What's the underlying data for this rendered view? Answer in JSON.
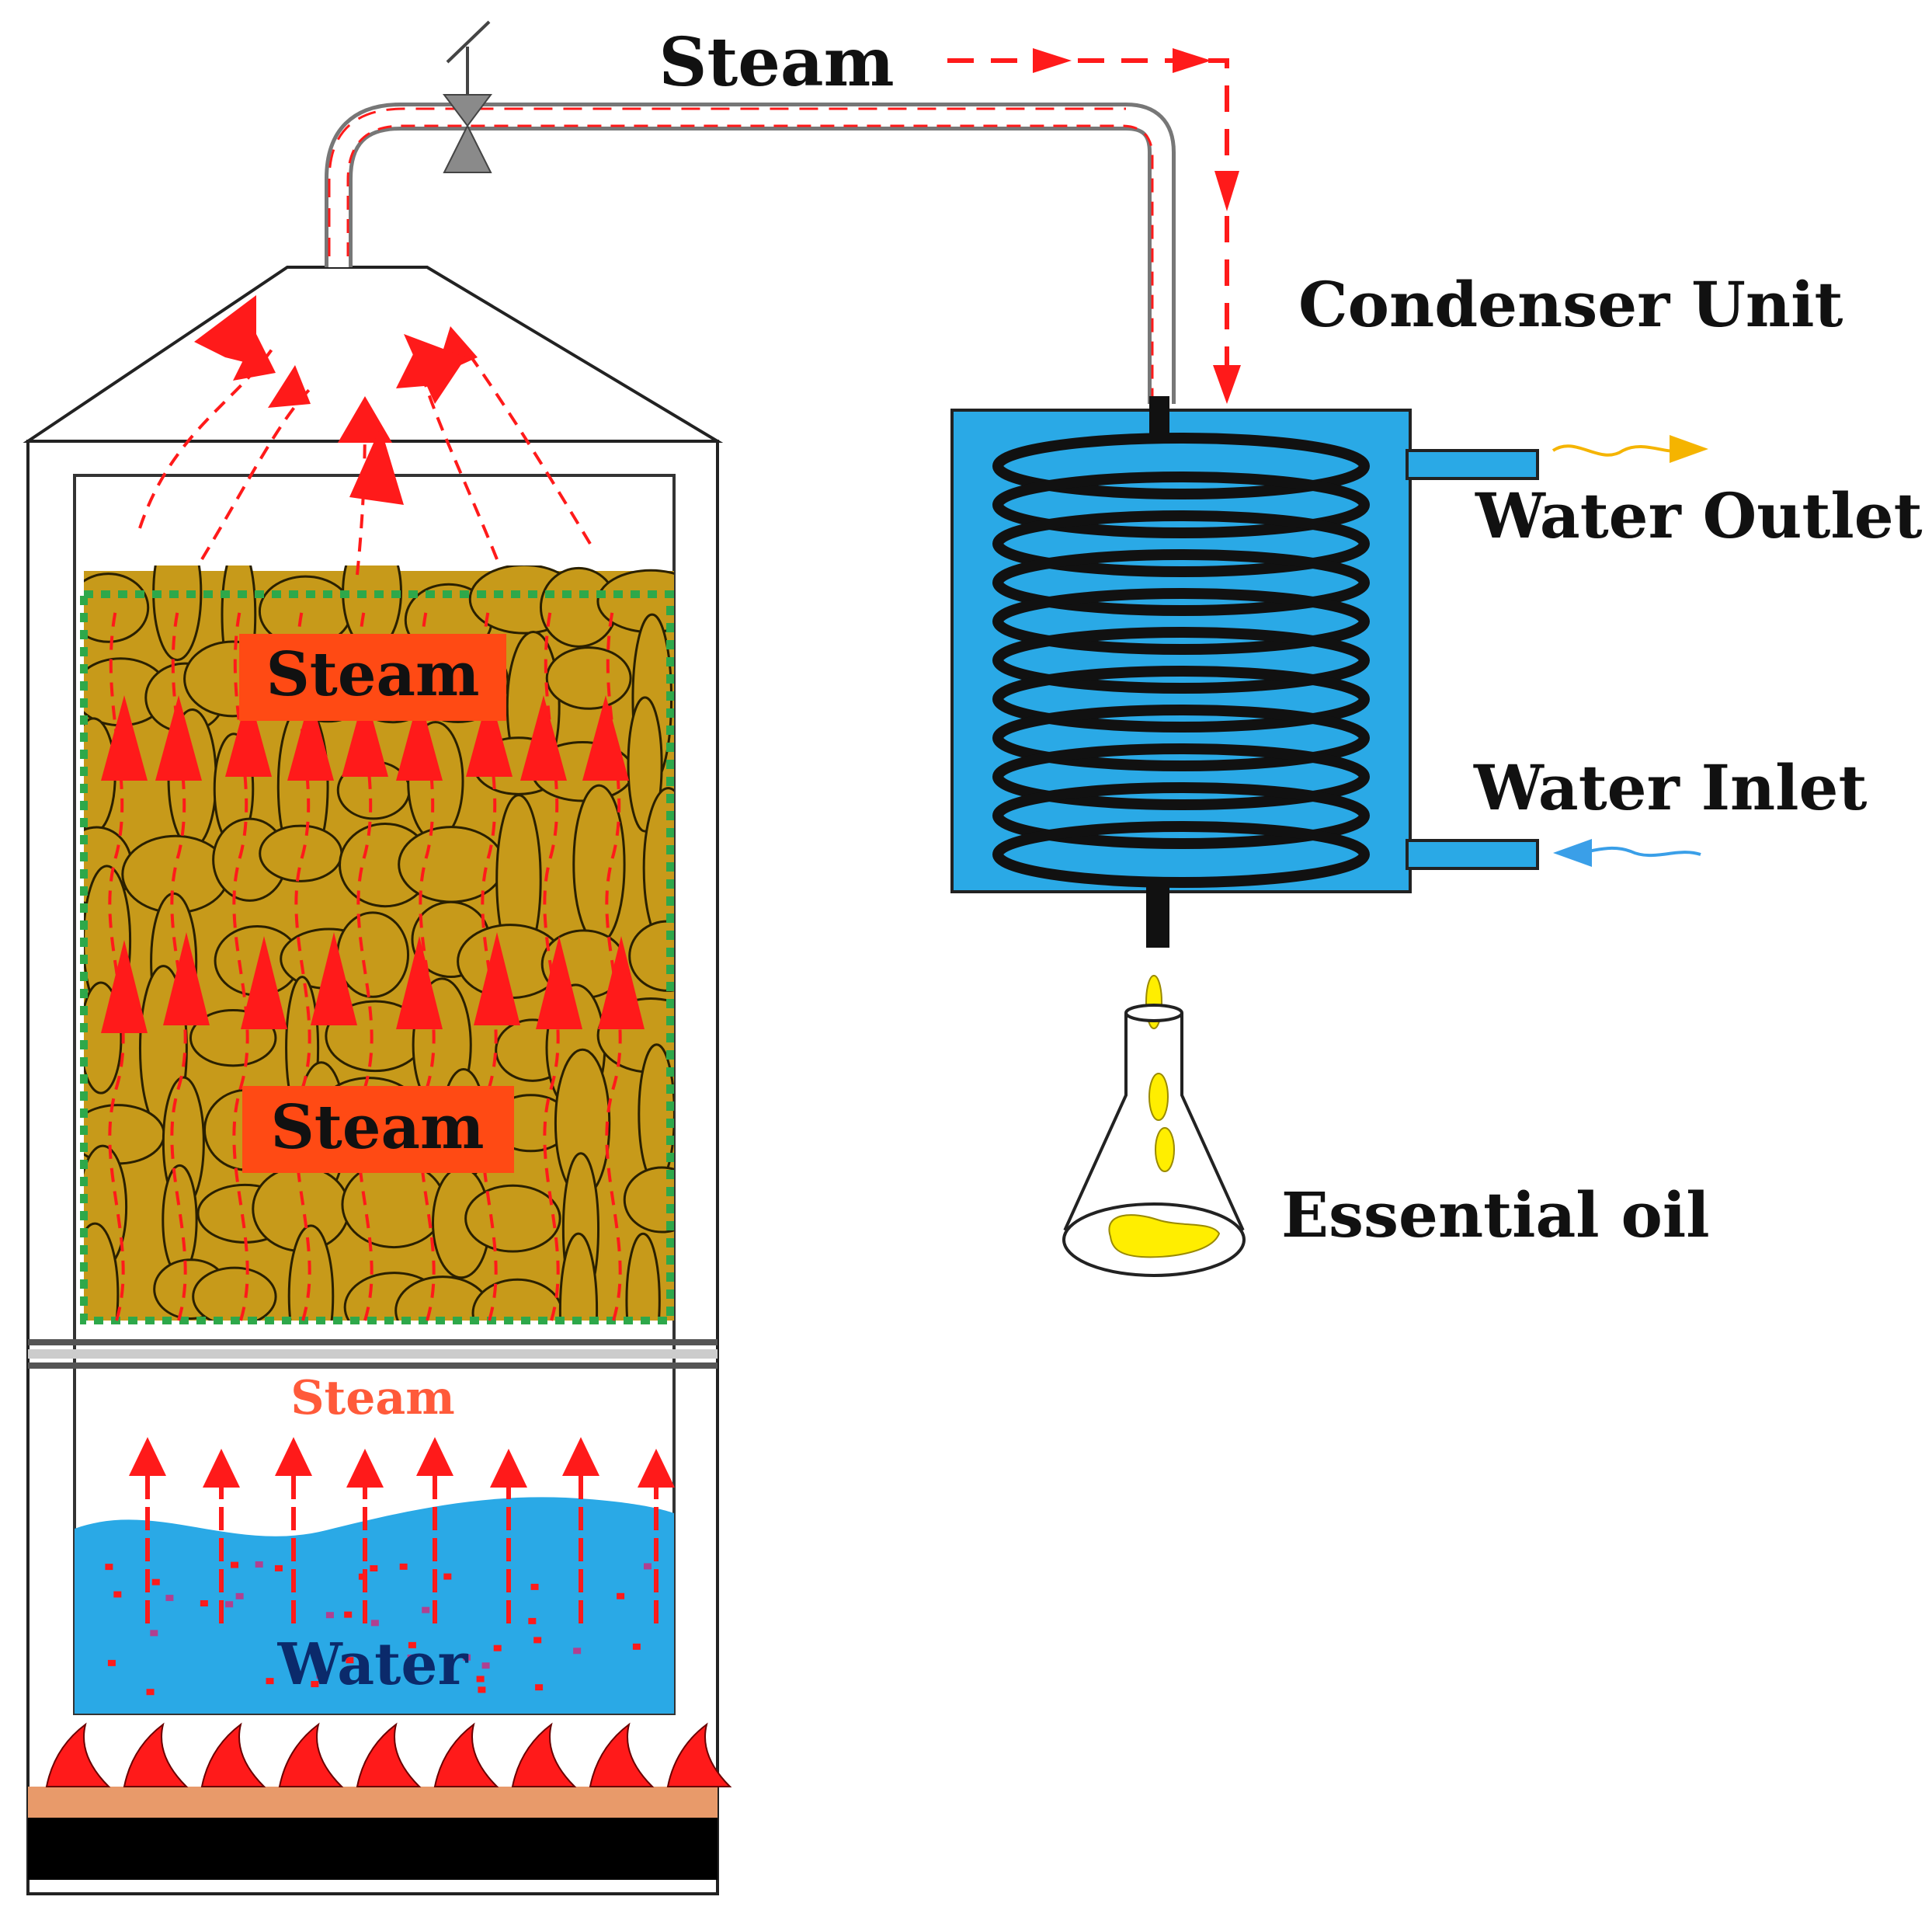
{
  "labels": {
    "steam_top": "Steam",
    "condenser_unit": "Condenser Unit",
    "water_outlet": "Water Outlet",
    "water_inlet": "Water Inlet",
    "essential_oil": "Essential oil",
    "steam_upper_box": "Steam",
    "steam_lower_box": "Steam",
    "steam_chamber": "Steam",
    "water": "Water"
  },
  "colors": {
    "steam_arrow": "#ff1a1a",
    "condenser_water": "#2aa9e6",
    "coil": "#111111",
    "plant_material": "#c79a1a",
    "steam_box": "#ff4a14",
    "water_pool": "#2aa9e6",
    "water_text": "#0b2a6b",
    "steam_chamber_text": "#ff5a3a",
    "flame": "#ff1a1a",
    "ember": "#e89a6a",
    "burner": "#000000",
    "oil": "#ffee00",
    "outlet_arrow": "#f5b400",
    "inlet_arrow": "#3a9fe8",
    "basket_border": "#2ea84a",
    "valve": "#8a8a8a"
  }
}
